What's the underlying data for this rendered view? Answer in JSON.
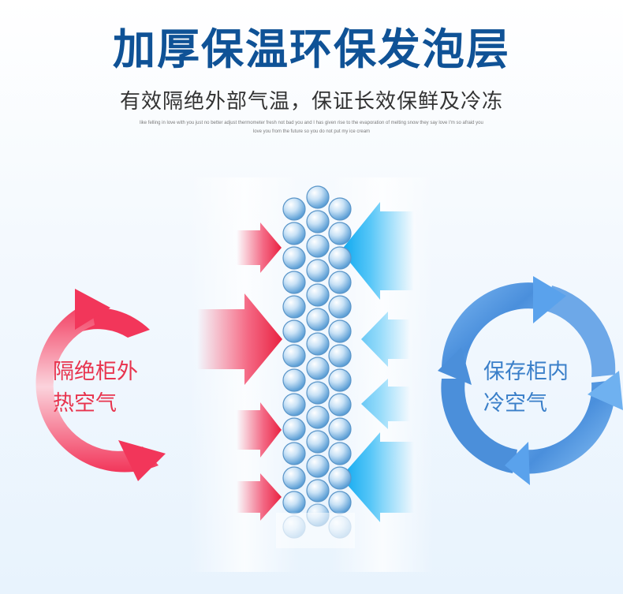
{
  "header": {
    "title": "加厚保温环保发泡层",
    "subtitle": "有效隔绝外部气温，保证长效保鲜及冷冻",
    "fineprint_line1": "like felling in love with you just no better adjust thermometer fresh not bad you and I has given rise to the evaporation of melting snow they say love I'm so afraid you",
    "fineprint_line2": "love you from the future so you do not put my ice cream"
  },
  "hot_side": {
    "label_line1": "隔绝柜外",
    "label_line2": "热空气",
    "color": "#f2365a"
  },
  "cold_side": {
    "label_line1": "保存柜内",
    "label_line2": "冷空气",
    "color": "#5aa2ec"
  },
  "foam_color": "#8ec0ea",
  "icons": [
    "hot-cycle-icon",
    "cold-cycle-icon",
    "red-arrow-icon",
    "blue-arrow-icon",
    "foam-bubble-icon"
  ]
}
